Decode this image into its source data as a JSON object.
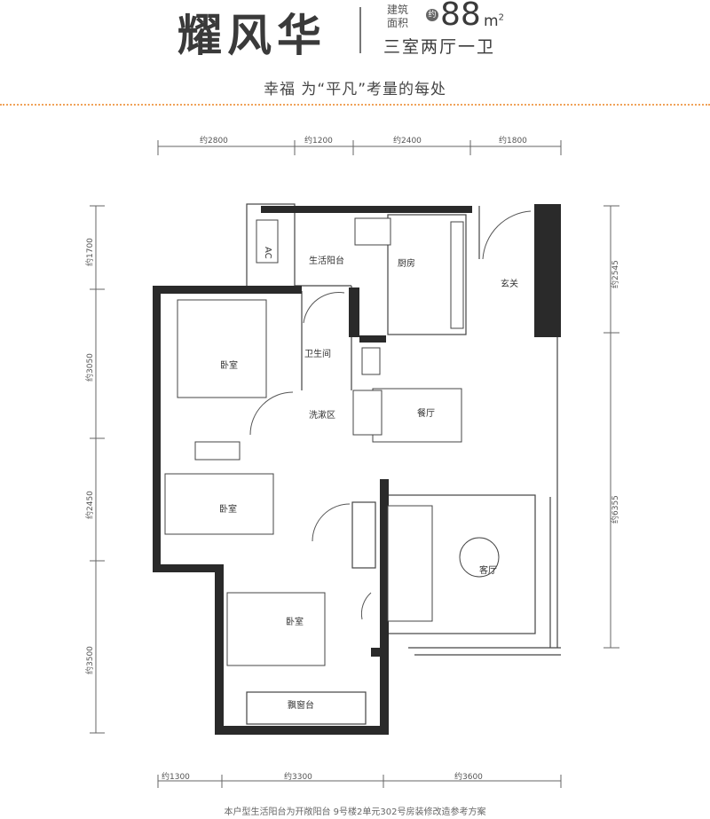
{
  "header": {
    "project": "耀风华",
    "area_label_1": "建筑",
    "area_label_2": "面积",
    "approx": "约",
    "area": "88",
    "unit": "m",
    "unit_sup": "2",
    "layout": "三室两厅一卫"
  },
  "slogan": "幸福 为“平凡”考量的每处",
  "rooms": {
    "balcony": "生活阳台",
    "kitchen": "厨房",
    "foyer": "玄关",
    "bathroom": "卫生间",
    "bedroom_1": "卧室",
    "washing": "洗漱区",
    "dining": "餐厅",
    "bedroom_2": "卧室",
    "living": "客厅",
    "bedroom_3": "卧室",
    "bay_window": "飘窗台",
    "ac": "AC"
  },
  "dimensions": {
    "top": [
      "约2800",
      "约1200",
      "约2400",
      "约1800"
    ],
    "bottom": [
      "约1300",
      "约3300",
      "约3600"
    ],
    "left": [
      "约1700",
      "约3050",
      "约2450",
      "约3500"
    ],
    "right": [
      "约2545",
      "约6355"
    ]
  },
  "footnote": "本户型生活阳台为开敞阳台   9号楼2单元302号房装修改造参考方案",
  "colors": {
    "wall": "#2a2a2a",
    "accent_dots": "#f0a35a"
  }
}
